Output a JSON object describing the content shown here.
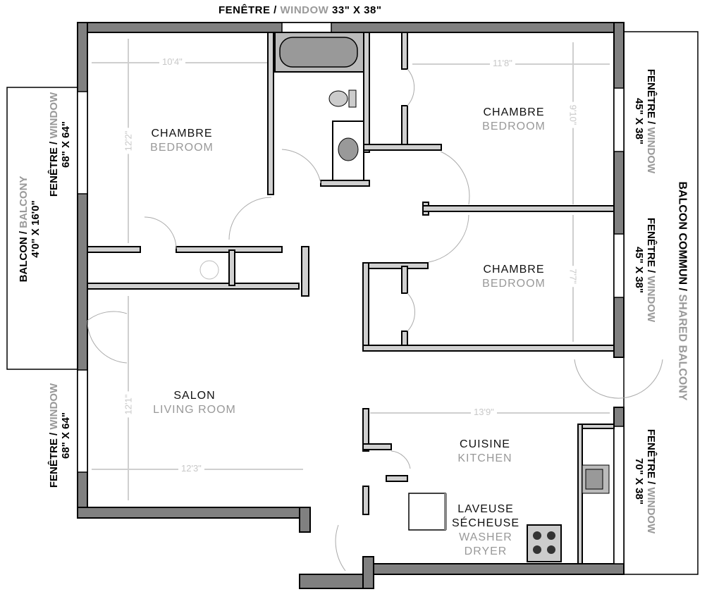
{
  "top_window": {
    "fr": "FENÊTRE /",
    "en": "WINDOW",
    "size": "33\" X 38\""
  },
  "left_balcony": {
    "fr": "BALCON /",
    "en": "BALCONY",
    "size": "4'0\" X 16'0\""
  },
  "left_window_upper": {
    "fr": "FENÊTRE /",
    "en": "WINDOW",
    "size": "68\" X 64\""
  },
  "left_window_lower": {
    "fr": "FENÊTRE /",
    "en": "WINDOW",
    "size": "68\" X 64\""
  },
  "right_window_1": {
    "fr": "FENÊTRE /",
    "en": "WINDOW",
    "size": "45\" X 38\""
  },
  "right_window_2": {
    "fr": "FENÊTRE /",
    "en": "WINDOW",
    "size": "45\" X 38\""
  },
  "right_window_3": {
    "fr": "FENÊTRE /",
    "en": "WINDOW",
    "size": "70\" X 38\""
  },
  "shared_balcony": {
    "fr": "BALCON COMMUN /",
    "en": "SHARED BALCONY"
  },
  "rooms": {
    "bedroom_left": {
      "fr": "CHAMBRE",
      "en": "BEDROOM",
      "width": "10'4\"",
      "depth": "12'2\""
    },
    "bedroom_right_top": {
      "fr": "CHAMBRE",
      "en": "BEDROOM",
      "width": "11'8\"",
      "depth": "9'10\""
    },
    "bedroom_right_bottom": {
      "fr": "CHAMBRE",
      "en": "BEDROOM",
      "depth": "7'7\""
    },
    "living": {
      "fr": "SALON",
      "en": "LIVING ROOM",
      "width": "12'3\"",
      "depth": "12'1\""
    },
    "kitchen": {
      "fr": "CUISINE",
      "en": "KITCHEN",
      "width": "13'9\""
    },
    "laundry": {
      "fr1": "LAVEUSE",
      "fr2": "SÉCHEUSE",
      "en1": "WASHER",
      "en2": "DRYER"
    }
  },
  "colors": {
    "wall": "#808080",
    "partition": "#d0d0d0",
    "dimension": "#c8c8c8",
    "english_label": "#999999"
  }
}
